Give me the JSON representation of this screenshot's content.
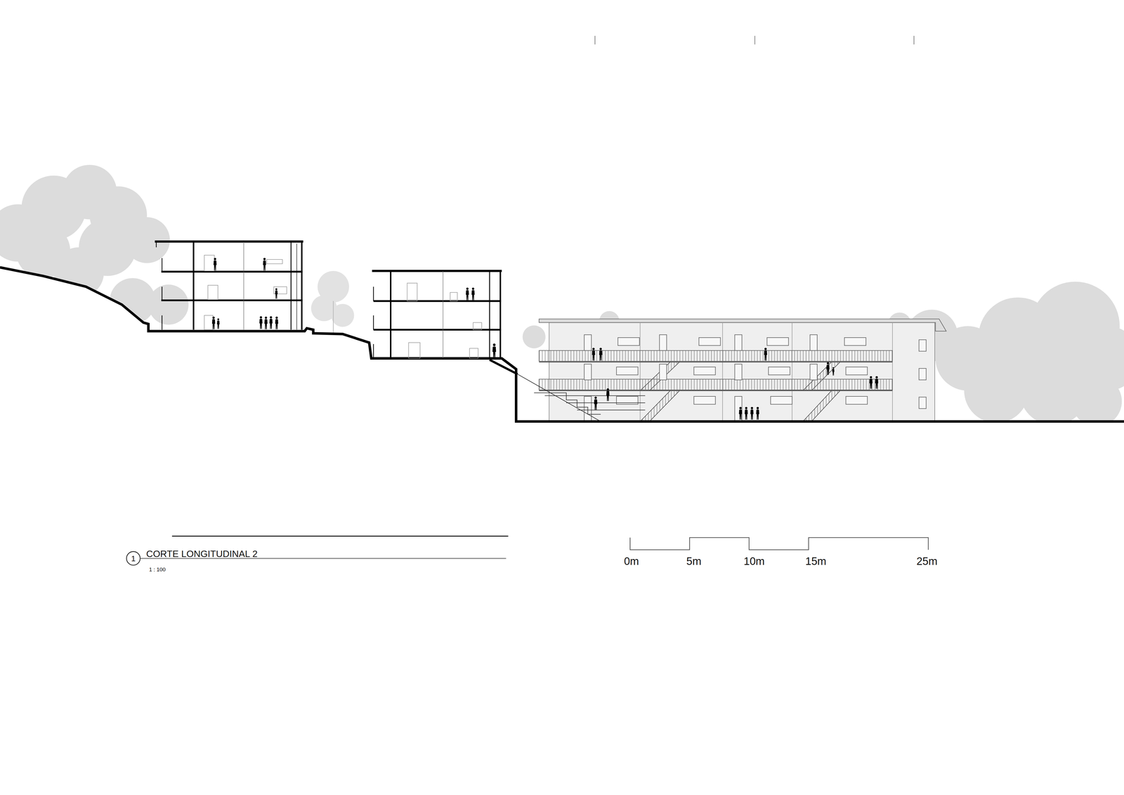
{
  "diagram": {
    "title": "CORTE LONGITUDINAL 2",
    "nodes": [
      {
        "text": [
          "1"
        ]
      }
    ],
    "labels": [
      "1 : 100",
      "0m",
      "5m",
      "10m",
      "15m",
      "25m"
    ]
  }
}
